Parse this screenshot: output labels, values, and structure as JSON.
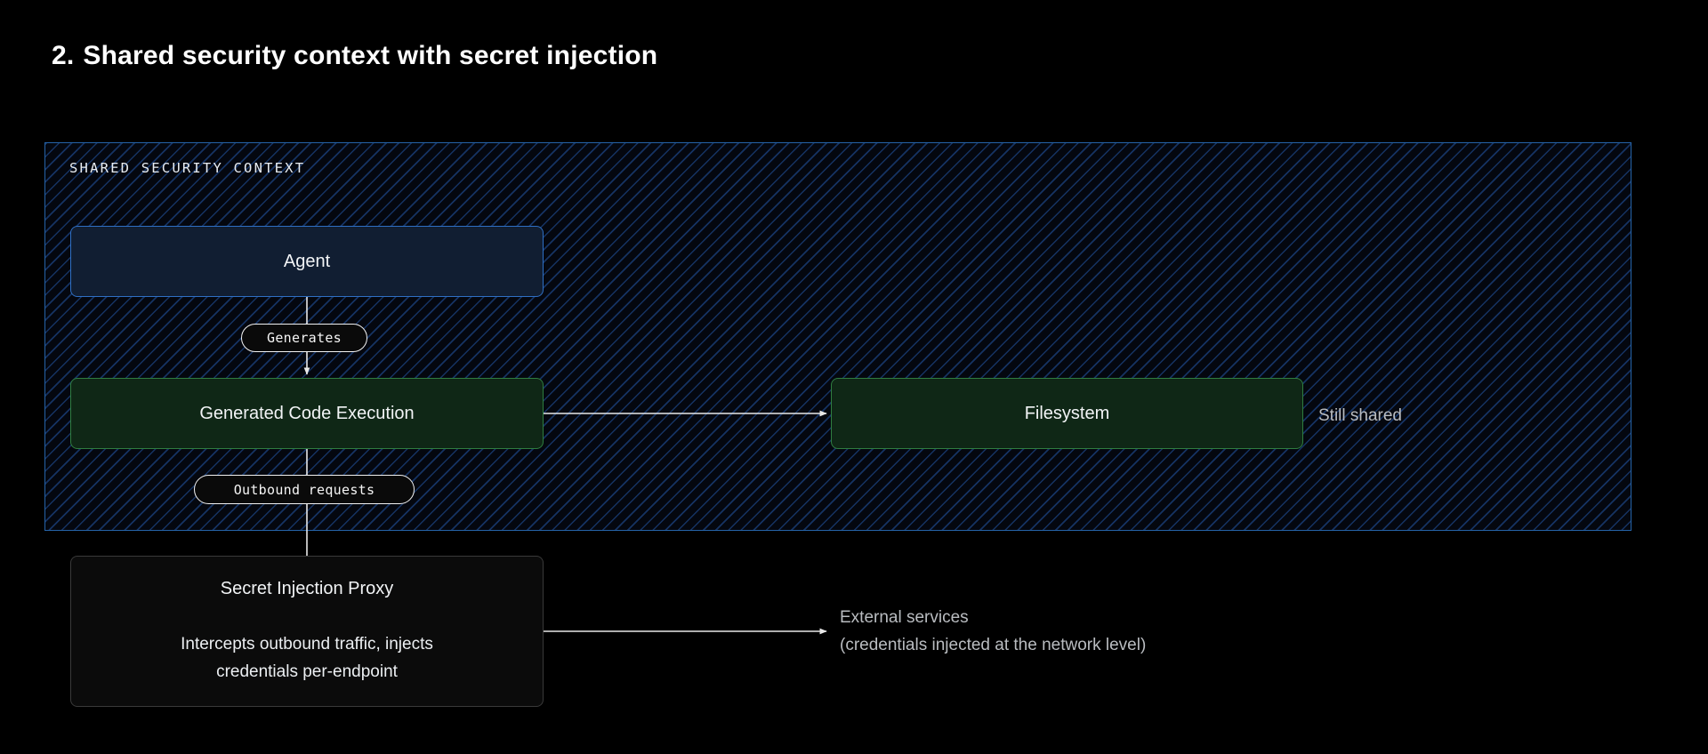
{
  "title": {
    "number": "2.",
    "text": "Shared security context with secret injection"
  },
  "container": {
    "label": "SHARED SECURITY CONTEXT",
    "border_color": "#2563a8",
    "hatch_color": "#183a70"
  },
  "nodes": {
    "agent": {
      "label": "Agent",
      "fill": "#111e32",
      "border": "#2f6fc4"
    },
    "code_execution": {
      "label": "Generated Code Execution",
      "fill": "#0f2716",
      "border": "#2f7d40"
    },
    "filesystem": {
      "label": "Filesystem",
      "fill": "#0f2716",
      "border": "#2f7d40"
    },
    "proxy": {
      "label": "Secret Injection Proxy",
      "description_line1": "Intercepts outbound traffic, injects",
      "description_line2": "credentials per-endpoint",
      "fill": "#0b0b0b",
      "border": "#3a3a3a"
    }
  },
  "edges": {
    "generates_label": "Generates",
    "outbound_label": "Outbound requests",
    "edge_color": "#e8e8e8"
  },
  "annotations": {
    "still_shared": "Still shared",
    "external_services_line1": "External services",
    "external_services_line2": "(credentials injected at the network level)",
    "color": "#b9bcc0"
  }
}
